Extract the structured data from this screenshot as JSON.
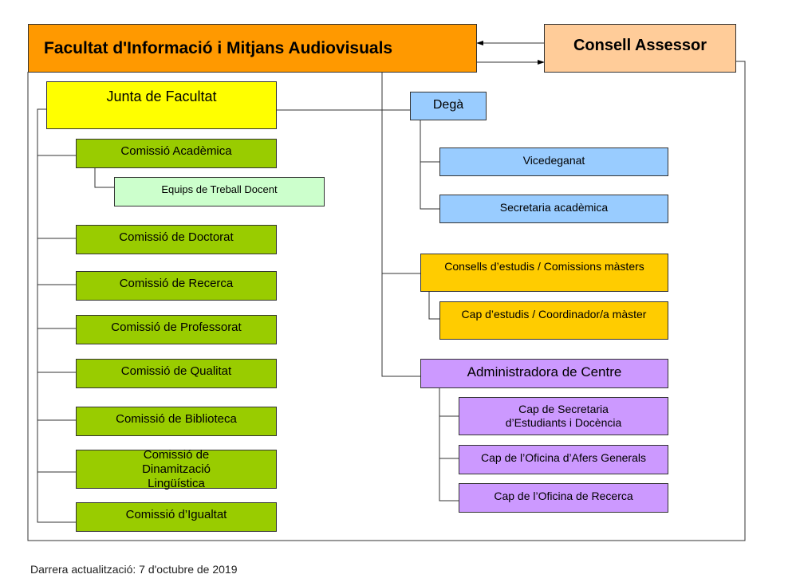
{
  "colors": {
    "faculty": "#ff9900",
    "council": "#ffcc99",
    "board": "#ffff00",
    "commission": "#99cc00",
    "team": "#ccffcc",
    "dean": "#99ccff",
    "studies": "#ffcc00",
    "admin": "#cc99ff"
  },
  "diagram": {
    "faculty": "Facultat d'Informació i Mitjans Audiovisuals",
    "council": "Consell Assessor",
    "board": "Junta de Facultat",
    "commissions": [
      "Comissió Acadèmica",
      "Equips de Treball Docent",
      "Comissió de Doctorat",
      "Comissió de Recerca",
      "Comissió de Professorat",
      "Comissió de Qualitat",
      "Comissió de Biblioteca",
      "Comissió de Dinamització Lingüística",
      "Comissió d’Igualtat"
    ],
    "dean": "Degà",
    "dean_units": [
      "Vicedeganat",
      "Secretaria acadèmica"
    ],
    "studies": "Consells d’estudis / Comissions màsters",
    "studies_head": "Cap d’estudis / Coordinador/a màster",
    "admin": "Administradora de Centre",
    "admin_units": [
      "Cap de Secretaria d’Estudiants i Docència",
      "Cap de l’Oficina d’Afers Generals",
      "Cap de l’Oficina de Recerca"
    ]
  },
  "footer": "Darrera actualització: 7 d'octubre de 2019"
}
